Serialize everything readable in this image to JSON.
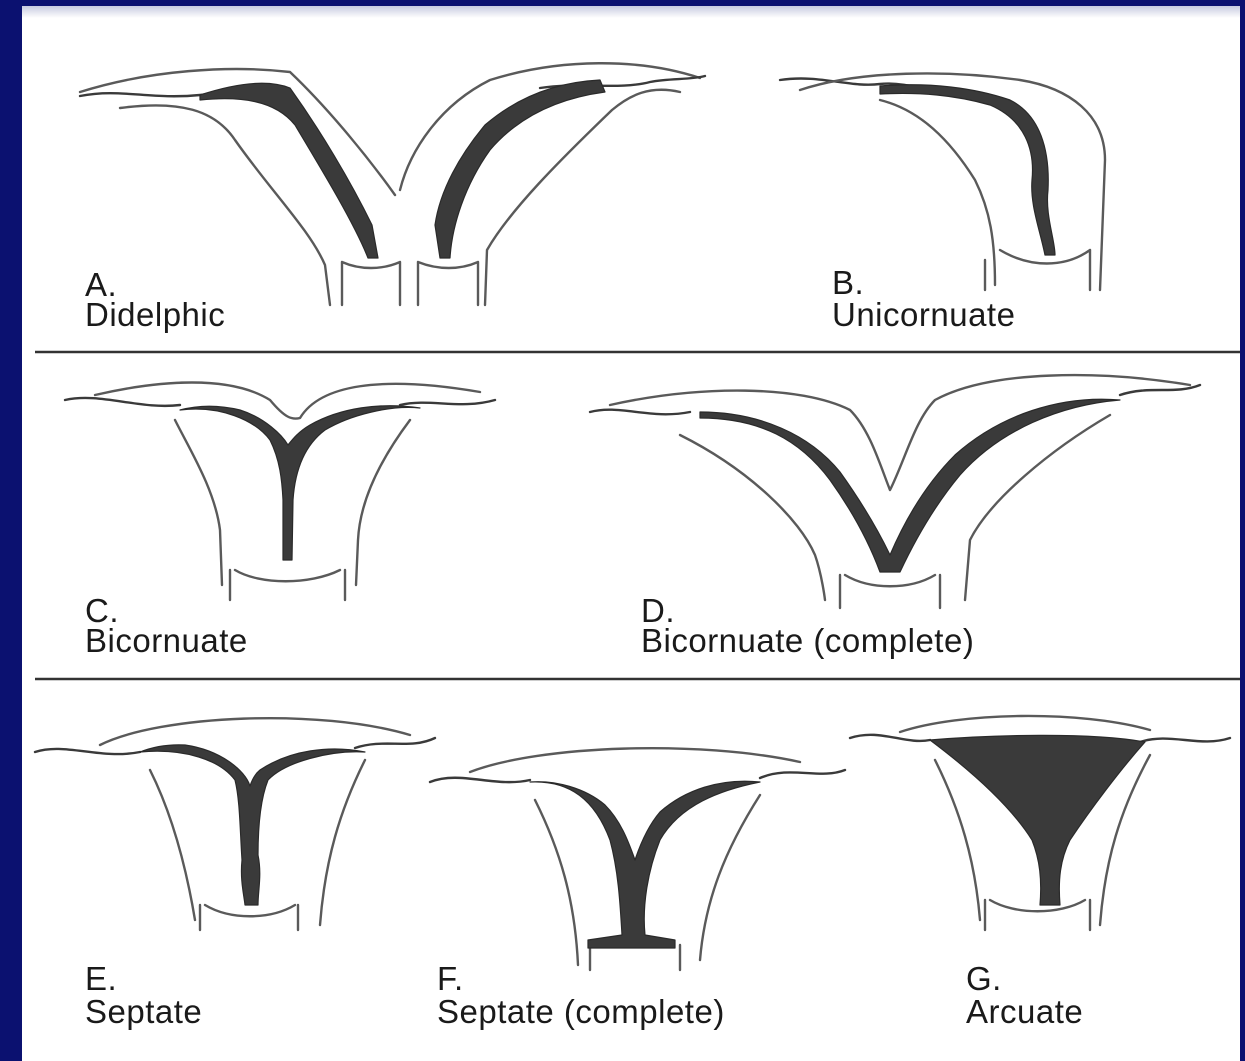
{
  "figure": {
    "panels": [
      {
        "letter": "A.",
        "name": "Didelphic"
      },
      {
        "letter": "B.",
        "name": "Unicornuate"
      },
      {
        "letter": "C.",
        "name": "Bicornuate"
      },
      {
        "letter": "D.",
        "name": "Bicornuate (complete)"
      },
      {
        "letter": "E.",
        "name": "Septate"
      },
      {
        "letter": "F.",
        "name": "Septate (complete)"
      },
      {
        "letter": "G.",
        "name": "Arcuate"
      }
    ]
  },
  "colors": {
    "frame": "#0b1170",
    "background": "#ffffff",
    "cavity_fill": "#3a3a3a",
    "outline": "#5a5a5a",
    "text": "#1a1a1a"
  }
}
